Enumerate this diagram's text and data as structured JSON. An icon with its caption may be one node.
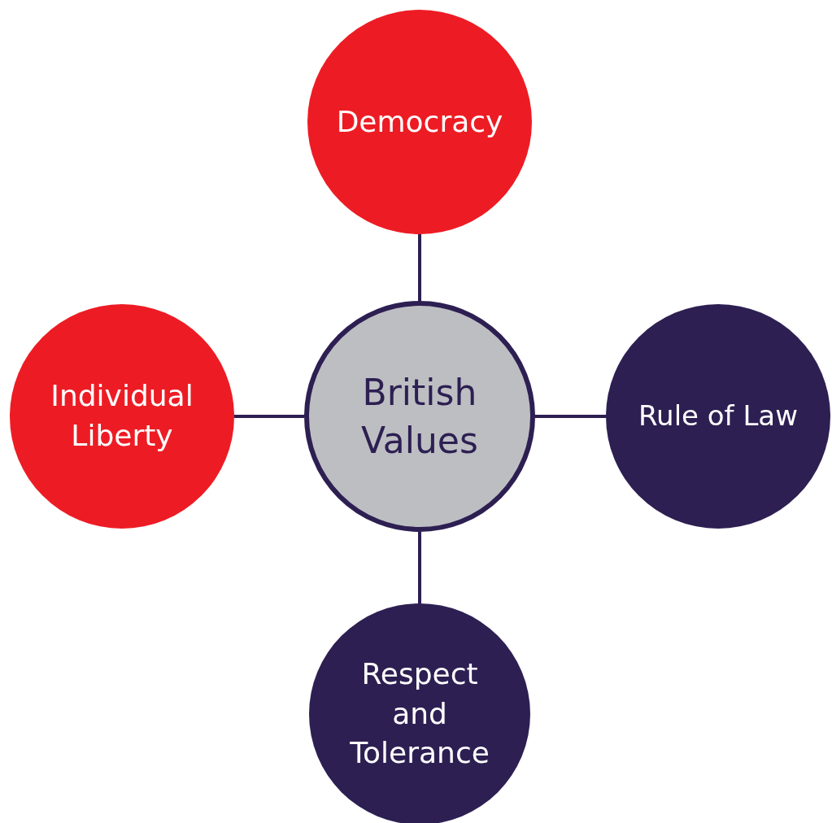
{
  "diagram": {
    "nodes": [
      {
        "text": [
          "Democracy"
        ]
      },
      {
        "text": [
          "Individual Liberty"
        ]
      },
      {
        "text": [
          "British Values"
        ]
      },
      {
        "text": [
          "Rule of Law"
        ]
      },
      {
        "text": [
          "Respect and Tolerance"
        ]
      }
    ],
    "edges": [
      {
        "from": 2,
        "to": 0,
        "arrow": "none"
      },
      {
        "from": 2,
        "to": 1,
        "arrow": "none"
      },
      {
        "from": 2,
        "to": 3,
        "arrow": "none"
      },
      {
        "from": 2,
        "to": 4,
        "arrow": "none"
      }
    ]
  }
}
